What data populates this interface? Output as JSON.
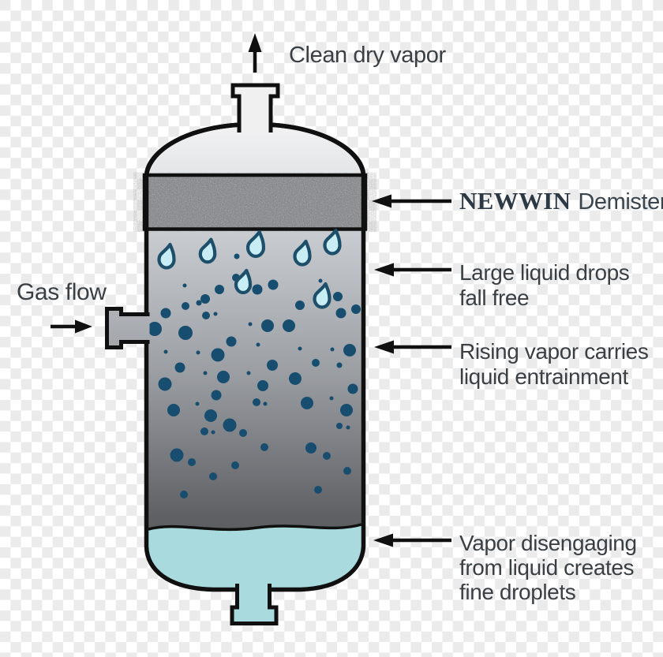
{
  "labels": {
    "clean_dry_vapor": "Clean dry vapor",
    "gas_flow": "Gas flow",
    "demister_brand": "NEWWIN",
    "demister_product": "Demister",
    "large_drops": "Large liquid drops\nfall free",
    "rising_vapor": "Rising vapor carries\nliquid entrainment",
    "vapor_disengaging": "Vapor disengaging\nfrom liquid creates\nfine droplets"
  },
  "colors": {
    "dot": "#174d6e",
    "droplet_fill": "#c9edf5",
    "droplet_stroke": "#1d4f6b",
    "liquid": "#a8dade",
    "outline": "#101010",
    "text": "#3a3f44",
    "brand": "#2c3843",
    "body_top": "#cbcfd4",
    "body_mid": "#9b9ea3",
    "body_low": "#5e6064",
    "body_bottom": "#55575b",
    "dome_top": "#f2f2f3",
    "dome_bottom": "#e3e4e6",
    "demister_base": "#7b7c81",
    "nozzle_top_fill": "#f0f0f1"
  },
  "dots": [
    [
      300,
      325,
      3.5
    ],
    [
      299,
      352,
      5
    ],
    [
      278,
      367,
      6
    ],
    [
      326,
      367,
      6.5
    ],
    [
      346,
      361,
      6.5
    ],
    [
      234,
      362,
      2.5
    ],
    [
      210,
      397,
      6.5
    ],
    [
      196,
      417,
      9
    ],
    [
      235,
      388,
      5
    ],
    [
      252,
      384,
      3.5
    ],
    [
      260,
      379,
      6
    ],
    [
      261,
      400,
      5
    ],
    [
      273,
      398,
      2.5
    ],
    [
      235,
      422,
      9
    ],
    [
      293,
      433,
      6.5
    ],
    [
      317,
      411,
      2.5
    ],
    [
      339,
      413,
      8
    ],
    [
      366,
      413,
      8
    ],
    [
      380,
      387,
      6
    ],
    [
      406,
      356,
      2.5
    ],
    [
      428,
      376,
      6
    ],
    [
      432,
      397,
      6.5
    ],
    [
      451,
      392,
      6
    ],
    [
      327,
      437,
      2.5
    ],
    [
      380,
      442,
      2.5
    ],
    [
      421,
      443,
      2.5
    ],
    [
      443,
      444,
      8
    ],
    [
      210,
      446,
      2.5
    ],
    [
      251,
      447,
      2.5
    ],
    [
      276,
      450,
      8.5
    ],
    [
      228,
      466,
      6.5
    ],
    [
      260,
      473,
      2.5
    ],
    [
      283,
      478,
      8
    ],
    [
      315,
      473,
      2.5
    ],
    [
      345,
      463,
      7
    ],
    [
      374,
      480,
      8
    ],
    [
      400,
      460,
      5
    ],
    [
      430,
      463,
      3.5
    ],
    [
      209,
      487,
      8.5
    ],
    [
      274,
      501,
      6.5
    ],
    [
      250,
      512,
      2.5
    ],
    [
      220,
      520,
      8
    ],
    [
      267,
      527,
      8
    ],
    [
      291,
      539,
      8.5
    ],
    [
      259,
      547,
      5
    ],
    [
      270,
      548,
      2.5
    ],
    [
      308,
      549,
      5
    ],
    [
      333,
      489,
      7
    ],
    [
      325,
      510,
      5
    ],
    [
      336,
      512,
      2.5
    ],
    [
      389,
      511,
      8
    ],
    [
      420,
      505,
      2.5
    ],
    [
      439,
      520,
      8
    ],
    [
      447,
      493,
      6.5
    ],
    [
      430,
      540,
      4
    ],
    [
      441,
      542,
      2.5
    ],
    [
      335,
      567,
      5
    ],
    [
      394,
      568,
      7
    ],
    [
      414,
      578,
      5
    ],
    [
      224,
      577,
      8.5
    ],
    [
      243,
      586,
      5
    ],
    [
      298,
      590,
      5
    ],
    [
      270,
      604,
      5
    ],
    [
      440,
      597,
      5
    ],
    [
      233,
      627,
      5
    ],
    [
      403,
      621,
      5
    ]
  ],
  "droplets": [
    [
      211,
      330,
      1
    ],
    [
      263,
      323,
      0.97
    ],
    [
      324,
      315,
      1.05
    ],
    [
      383,
      326,
      1
    ],
    [
      421,
      312,
      1
    ],
    [
      308,
      362,
      0.95
    ],
    [
      408,
      380,
      1
    ]
  ]
}
